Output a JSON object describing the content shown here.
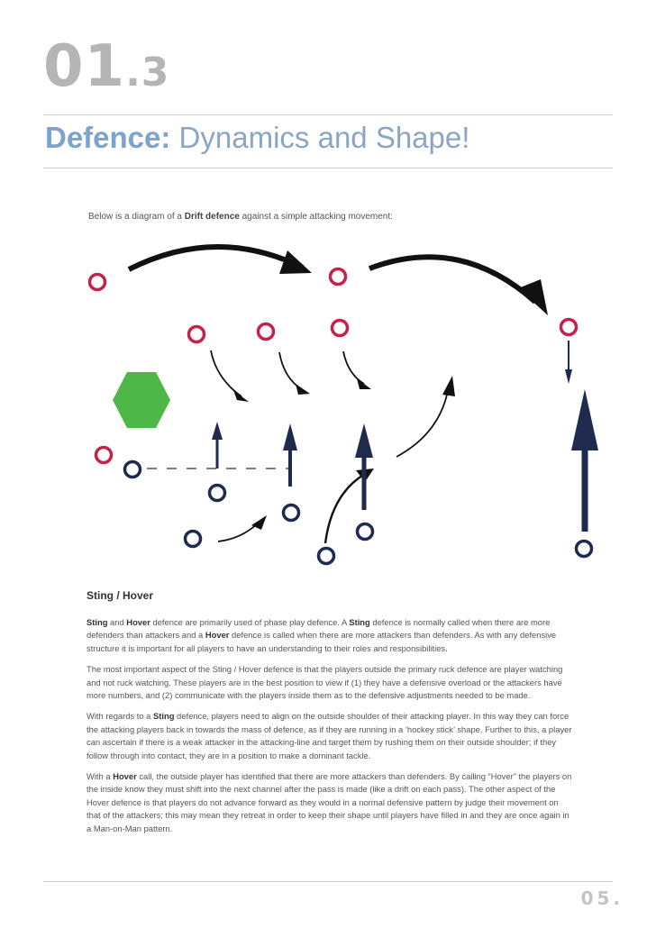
{
  "chapter": {
    "number_big": "01",
    "number_small": ".3"
  },
  "title": {
    "prefix": "Defence:",
    "rest": " Dynamics and Shape!"
  },
  "intro": {
    "before": "Below is a diagram of a ",
    "bold": "Drift defence",
    "after": " against a simple attacking movement:"
  },
  "diagram": {
    "colors": {
      "defender": "#c4224a",
      "attacker": "#1e2b4f",
      "arrow": "#1e2b4f",
      "curve": "#111111",
      "hexagon": "#4db847"
    },
    "icon_names": [
      "defender-circle",
      "attacker-circle",
      "movement-arrow",
      "ruck-hexagon"
    ]
  },
  "section": {
    "heading": "Sting / Hover"
  },
  "paragraphs": {
    "p1": {
      "s1": "Sting",
      "s2": " and ",
      "s3": "Hover",
      "s4": " defence are primarily used of phase play defence.  A ",
      "s5": "Sting",
      "s6": " defence is normally called when there are more defenders than attackers and a ",
      "s7": "Hover",
      "s8": " defence is called when there are more attackers than defenders.  As with any defensive structure it is important for all players to have an understanding to their roles and responsibilities."
    },
    "p2": "The most important aspect of the Sting / Hover defence is that the players outside the primary ruck defence are player watching and not ruck watching.  These players are in the best position to view if (1) they have a defensive overload or the attackers have more numbers, and (2) communicate with the players inside them as to the defensive adjustments needed to be made.",
    "p3": {
      "s1": "With regards to a ",
      "s2": "Sting",
      "s3": " defence, players need to align on the outside shoulder of their attacking player.  In this way they can force the attacking players back in towards the mass of defence, as if they are running in a ‘hockey stick’ shape.  Further to this, a player can ascertain if there is a weak attacker in the attacking-line and target them by rushing them on their outside shoulder; if they follow through into contact, they are in a position to make a dominant tackle."
    },
    "p4": {
      "s1": "With a ",
      "s2": "Hover",
      "s3": " call, the outside player has identified that there are more attackers than defenders.  By calling “Hover” the players on the inside know they must shift into the next channel after the pass is made (like a drift on each pass). The other aspect of the Hover defence is that players do not advance forward as they would in a normal defensive pattern by judge their movement on that of the attackers; this may mean they retreat in order to keep their shape until players have filled in and they are once again in a Man-on-Man pattern."
    }
  },
  "page_number": "05."
}
